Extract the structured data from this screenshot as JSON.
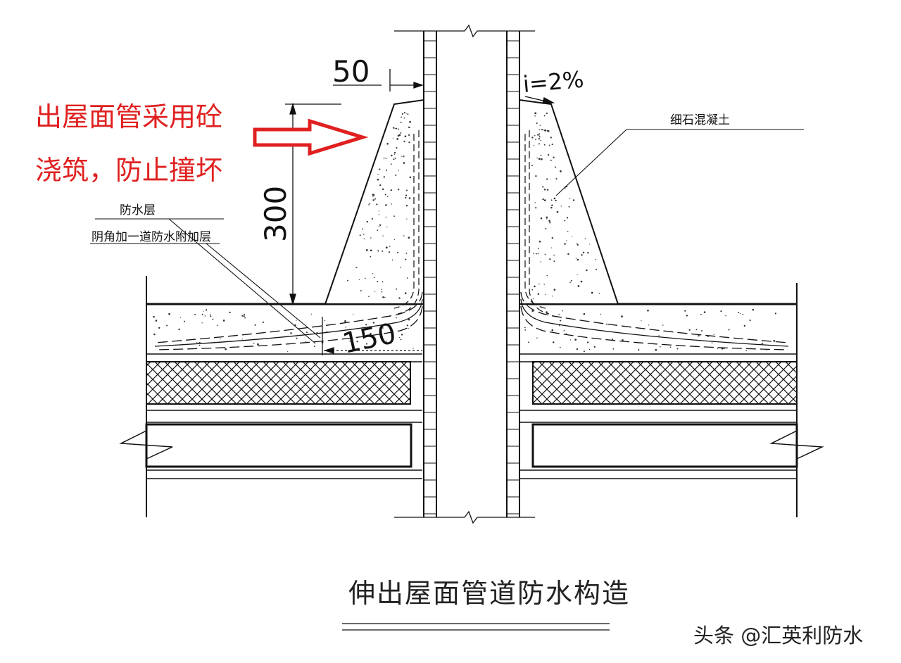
{
  "note": {
    "line1": "出屋面管采用砼",
    "line2": "浇筑，防止撞坏"
  },
  "labels": {
    "waterproof_layer": "防水层",
    "additional_layer": "阴角加一道防水附加层",
    "fine_concrete": "细石混凝土"
  },
  "dimensions": {
    "gap": "50",
    "height": "300",
    "extension": "150",
    "slope": "i=2%"
  },
  "title": "伸出屋面管道防水构造",
  "watermark": "头条 @汇英利防水",
  "colors": {
    "note": "#e02020",
    "lines": "#111111",
    "background": "#ffffff"
  }
}
